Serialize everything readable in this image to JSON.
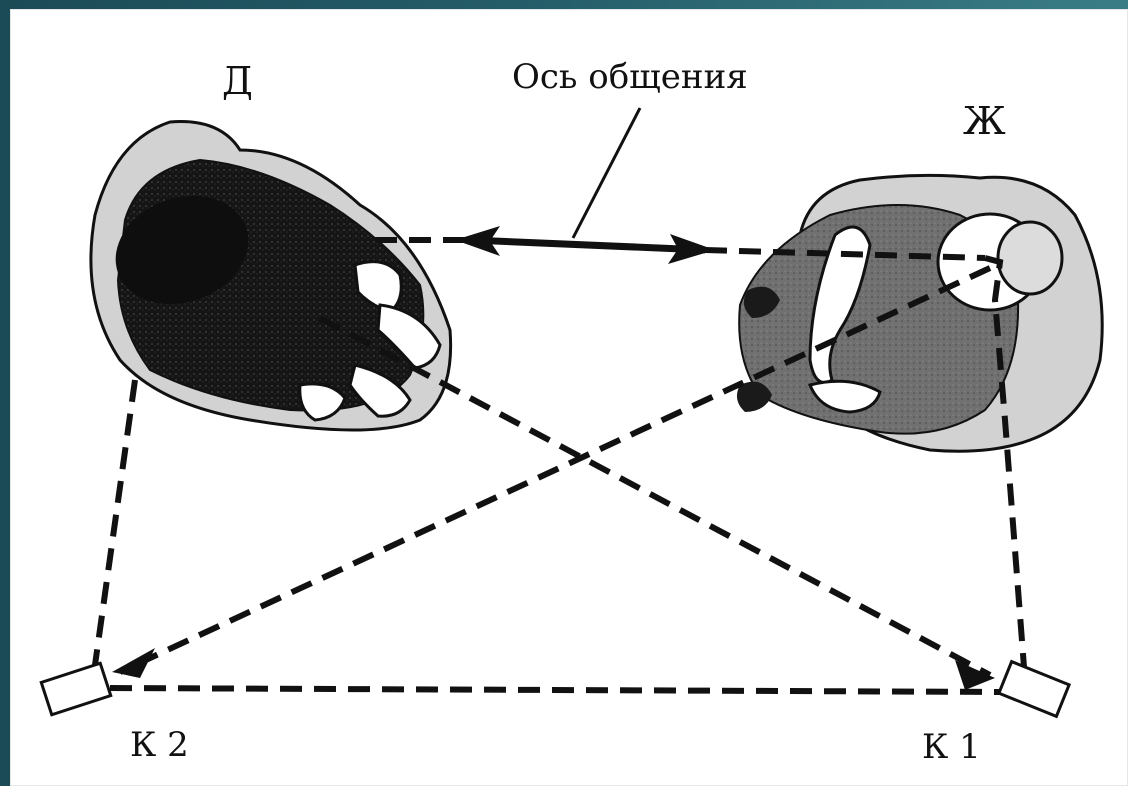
{
  "labels": {
    "man": "Д",
    "woman": "Ж",
    "axis": "Ось общения",
    "camera1": "К 1",
    "camera2": "К 2"
  },
  "colors": {
    "frame": "#245c68",
    "paper": "#ffffff",
    "ink": "#111111",
    "light_gray": "#d2d2d2",
    "dark_gray": "#6e6e6e"
  }
}
